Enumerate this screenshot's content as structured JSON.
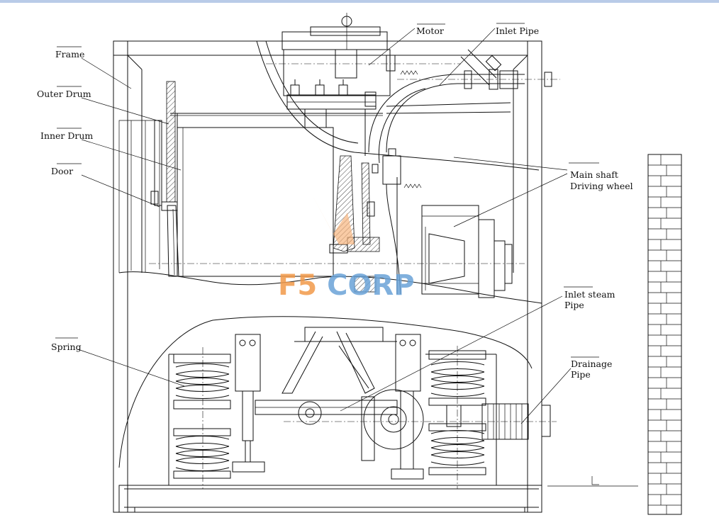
{
  "labels": {
    "frame": "Frame",
    "outer_drum": "Outer Drum",
    "inner_drum": "Inner Drum",
    "door": "Door",
    "motor": "Motor",
    "inlet_pipe": "Inlet Pipe",
    "main_shaft": "Main shaft",
    "driving_wheel": "Driving wheel",
    "inlet_steam_1": "Inlet steam",
    "inlet_steam_2": "Pipe",
    "spring": "Spring",
    "drainage_1": "Drainage",
    "drainage_2": "Pipe"
  },
  "watermark": {
    "text": "F5 CORP",
    "f_color": "#f29a4a",
    "corp_color": "#6aa3d8"
  },
  "colors": {
    "line": "#111111",
    "header_bar": "#b9cbe8"
  }
}
